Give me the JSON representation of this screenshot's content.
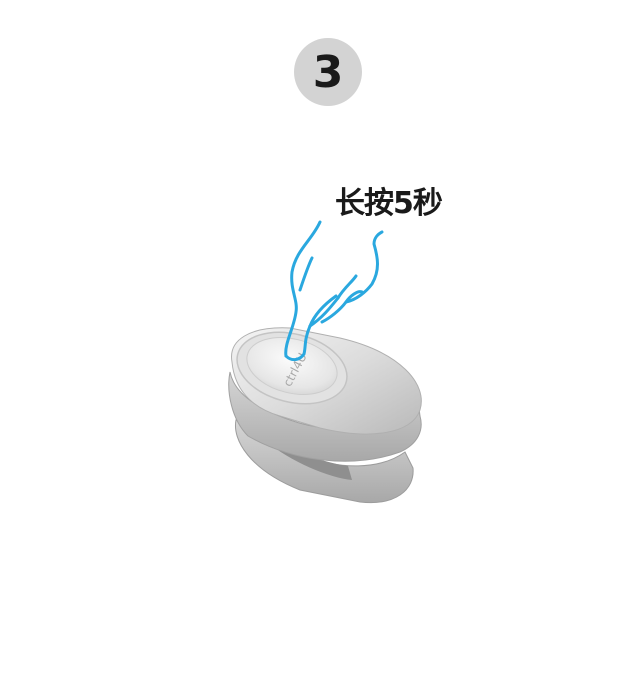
{
  "step": {
    "number": "3"
  },
  "instruction": {
    "text": "长按5秒"
  },
  "device": {
    "logo_text": "ctrl4U",
    "icon": "clip-device-icon"
  },
  "finger": {
    "icon": "finger-press-icon",
    "color": "#2aa8df"
  },
  "colors": {
    "badge": "#d3d3d3",
    "text": "#1a1a1a"
  }
}
